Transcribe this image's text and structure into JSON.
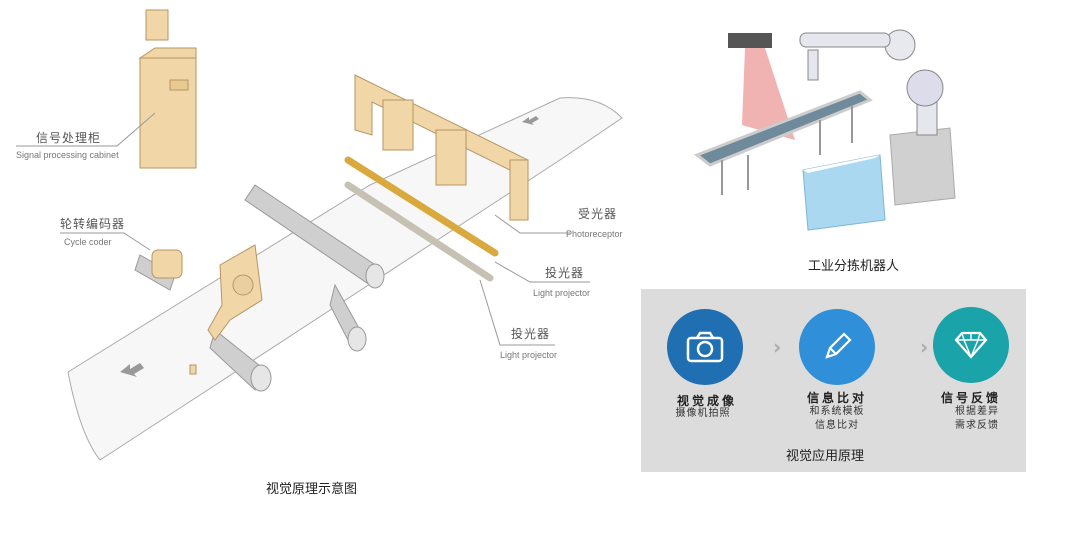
{
  "left_diagram": {
    "caption": "视觉原理示意图",
    "labels": {
      "signal_cabinet": {
        "cn": "信号处理柜",
        "en": "Signal processing cabinet"
      },
      "cycle_coder": {
        "cn": "轮转编码器",
        "en": "Cycle coder"
      },
      "photoreceptor": {
        "cn": "受光器",
        "en": "Photoreceptor"
      },
      "light_projector_1": {
        "cn": "投光器",
        "en": "Light projector"
      },
      "light_projector_2": {
        "cn": "投光器",
        "en": "Light projector"
      }
    },
    "icons": [
      "cabinet-icon",
      "encoder-icon",
      "receiver-frame-icon",
      "projector-bar-icon",
      "roller-icon",
      "arrow-left-down-icon"
    ]
  },
  "right_top": {
    "caption": "工业分拣机器人",
    "icons": [
      "robot-arm-icon",
      "conveyor-icon",
      "camera-scanner-icon",
      "bin-icon"
    ]
  },
  "principle_panel": {
    "caption": "视觉应用原理",
    "steps": [
      {
        "title": "视觉成像",
        "desc": [
          "摄像机拍照"
        ],
        "icon": "camera-icon",
        "color": "#1f6fb2"
      },
      {
        "title": "信息比对",
        "desc": [
          "和系统模板",
          "信息比对"
        ],
        "icon": "pencil-icon",
        "color": "#2f8fd8"
      },
      {
        "title": "信号反馈",
        "desc": [
          "根据差异",
          "需求反馈"
        ],
        "icon": "diamond-icon",
        "color": "#1aa3a8"
      }
    ],
    "chevron": "›"
  }
}
